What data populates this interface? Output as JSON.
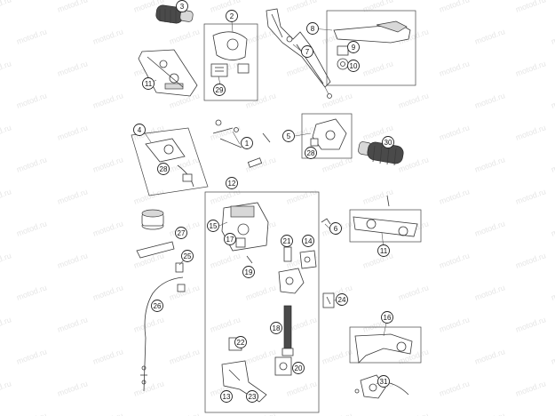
{
  "watermark_text": "motod.ru",
  "callouts": [
    {
      "id": "c3",
      "label": "3"
    },
    {
      "id": "c2",
      "label": "2"
    },
    {
      "id": "c8",
      "label": "8"
    },
    {
      "id": "c9",
      "label": "9"
    },
    {
      "id": "c10",
      "label": "10"
    },
    {
      "id": "c7",
      "label": "7"
    },
    {
      "id": "c29",
      "label": "29"
    },
    {
      "id": "c11a",
      "label": "11"
    },
    {
      "id": "c1",
      "label": "1"
    },
    {
      "id": "c4",
      "label": "4"
    },
    {
      "id": "c28a",
      "label": "28"
    },
    {
      "id": "c5",
      "label": "5"
    },
    {
      "id": "c28b",
      "label": "28"
    },
    {
      "id": "c30",
      "label": "30"
    },
    {
      "id": "c12",
      "label": "12"
    },
    {
      "id": "c15",
      "label": "15"
    },
    {
      "id": "c17",
      "label": "17"
    },
    {
      "id": "c19",
      "label": "19"
    },
    {
      "id": "c21",
      "label": "21"
    },
    {
      "id": "c14",
      "label": "14"
    },
    {
      "id": "c6",
      "label": "6"
    },
    {
      "id": "c11b",
      "label": "11"
    },
    {
      "id": "c27",
      "label": "27"
    },
    {
      "id": "c25",
      "label": "25"
    },
    {
      "id": "c24",
      "label": "24"
    },
    {
      "id": "c26",
      "label": "26"
    },
    {
      "id": "c18",
      "label": "18"
    },
    {
      "id": "c22",
      "label": "22"
    },
    {
      "id": "c16",
      "label": "16"
    },
    {
      "id": "c20",
      "label": "20"
    },
    {
      "id": "c13",
      "label": "13"
    },
    {
      "id": "c23",
      "label": "23"
    },
    {
      "id": "c31",
      "label": "31"
    }
  ]
}
